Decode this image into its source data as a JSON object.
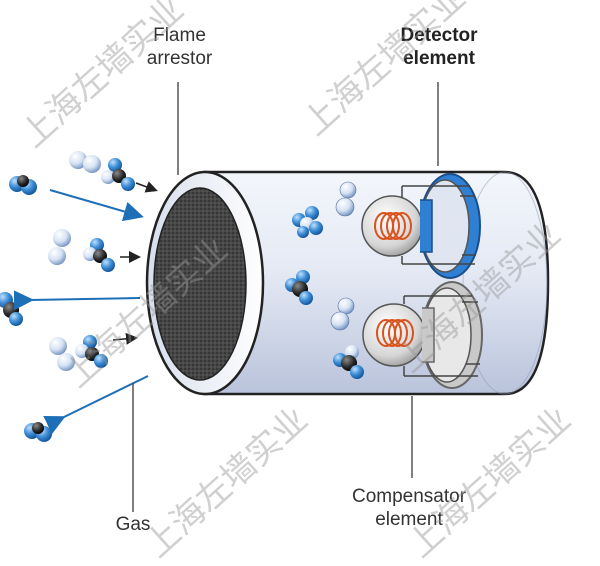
{
  "labels": {
    "flame_arrestor": [
      "Flame",
      "arrestor"
    ],
    "detector_element": [
      "Detector",
      "element"
    ],
    "compensator_element": [
      "Compensator",
      "element"
    ],
    "gas": "Gas"
  },
  "watermark": "上海左墙实业",
  "colors": {
    "cylinder_body": "#e4e9f4",
    "cylinder_shade": "#b9c3db",
    "mesh": "#3f3f3f",
    "arrow_blue": "#1d6fb8",
    "molecule_blue": "#3f8fd6",
    "molecule_dark": "#2a2a2a",
    "coil": "#d9531e",
    "detector_cap": "#2f7fd3",
    "compensator_cap": "#c9c9c9"
  }
}
